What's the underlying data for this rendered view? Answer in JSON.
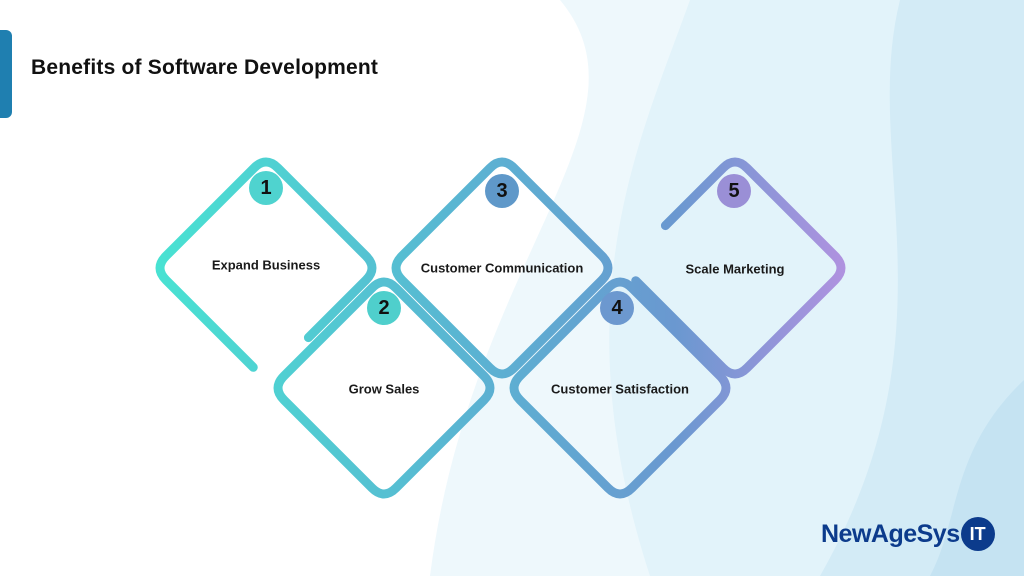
{
  "title": "Benefits of Software Development",
  "steps": [
    {
      "number": "1",
      "label": "Expand Business",
      "color": "#4fd3cf"
    },
    {
      "number": "2",
      "label": "Grow Sales",
      "color": "#4fcfcc"
    },
    {
      "number": "3",
      "label": "Customer Communication",
      "color": "#5f98c9"
    },
    {
      "number": "4",
      "label": "Customer Satisfaction",
      "color": "#6c98cf"
    },
    {
      "number": "5",
      "label": "Scale Marketing",
      "color": "#9a8fd6"
    }
  ],
  "logo": {
    "text": "NewAgeSys",
    "badge": "IT",
    "color": "#0c3b8c"
  },
  "colors": {
    "accent": "#1f7fb0",
    "gradient_start": "#48e0d0",
    "gradient_end": "#b090e0"
  }
}
